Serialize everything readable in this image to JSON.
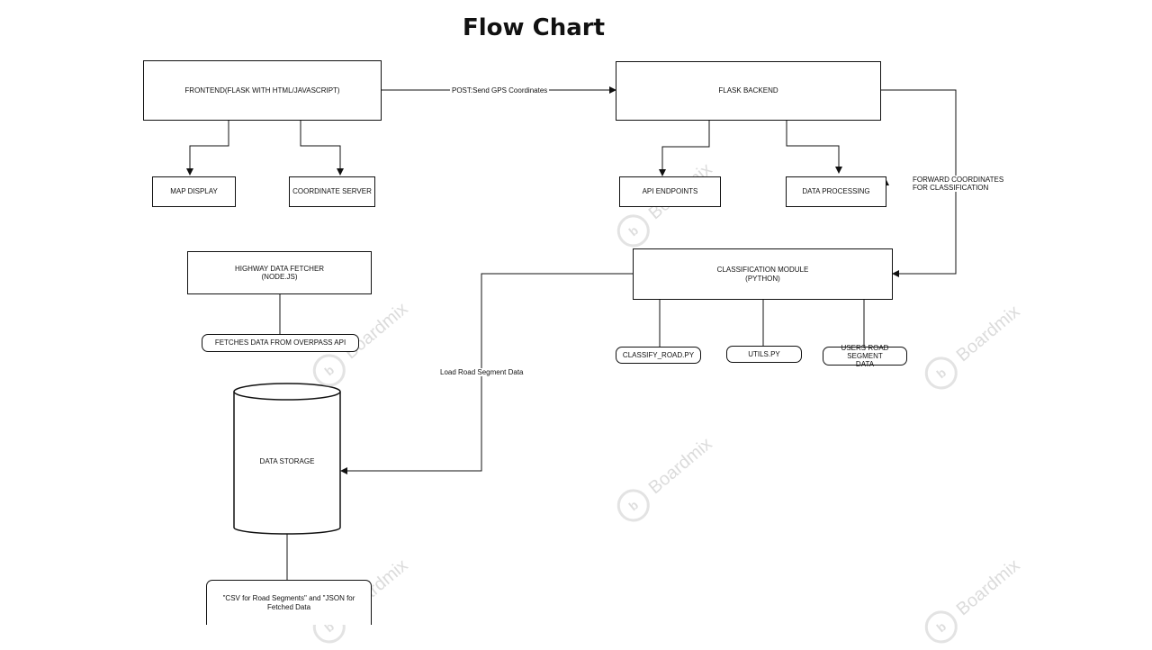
{
  "title": "Flow Chart",
  "nodes": {
    "frontend": "FRONTEND(FLASK WITH HTML/JAVASCRIPT)",
    "flask_backend": "FLASK BACKEND",
    "map_display": "MAP DISPLAY",
    "coordinate_server": "COORDINATE SERVER",
    "api_endpoints": "API ENDPOINTS",
    "data_processing": "DATA PROCESSING",
    "highway_fetcher": "HIGHWAY DATA FETCHER\n(NODE.JS)",
    "fetches_data": "FETCHES DATA FROM OVERPASS API",
    "classification_module": "CLASSIFICATION MODULE\n(PYTHON)",
    "classify_road": "CLASSIFY_ROAD.PY",
    "utils": "UTILS.PY",
    "users_road_segment": "USERS ROAD SEGMENT\nDATA",
    "data_storage": "DATA STORAGE",
    "csv_json": "\"CSV for Road Segments\" and \"JSON for\nFetched Data"
  },
  "edge_labels": {
    "post_gps": "POST:Send GPS Coordinates",
    "forward_coords": "FORWARD COORDINATES\nFOR CLASSIFICATION",
    "load_road": "Load Road Segment Data"
  },
  "watermark": {
    "text": "Boardmix",
    "logo_glyph": "b"
  }
}
